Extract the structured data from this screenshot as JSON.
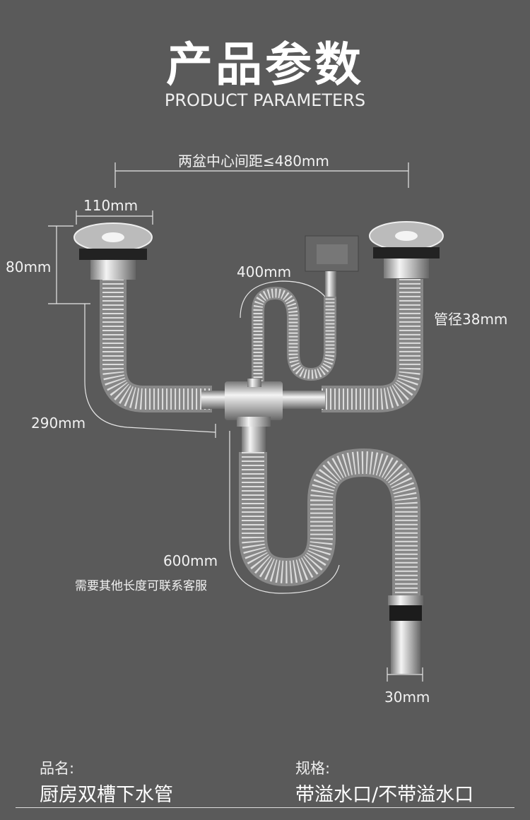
{
  "header": {
    "title": "产品参数",
    "subtitle": "PRODUCT PARAMETERS"
  },
  "dimensions": {
    "center_distance": "两盆中心间距≤480mm",
    "drain_width": "110mm",
    "drain_height": "80mm",
    "overflow_hose": "400mm",
    "pipe_diameter": "管径38mm",
    "branch_length": "290mm",
    "main_length": "600mm",
    "custom_note": "需要其他长度可联系客服",
    "outlet_diameter": "30mm"
  },
  "specs": {
    "name_label": "品名:",
    "name_value": "厨房双槽下水管",
    "spec_label": "规格:",
    "spec_value": "带溢水口/不带溢水口"
  },
  "colors": {
    "background": "#5a5a5a",
    "pipe": "#c8c8c8",
    "line": "#e6e6e6"
  }
}
